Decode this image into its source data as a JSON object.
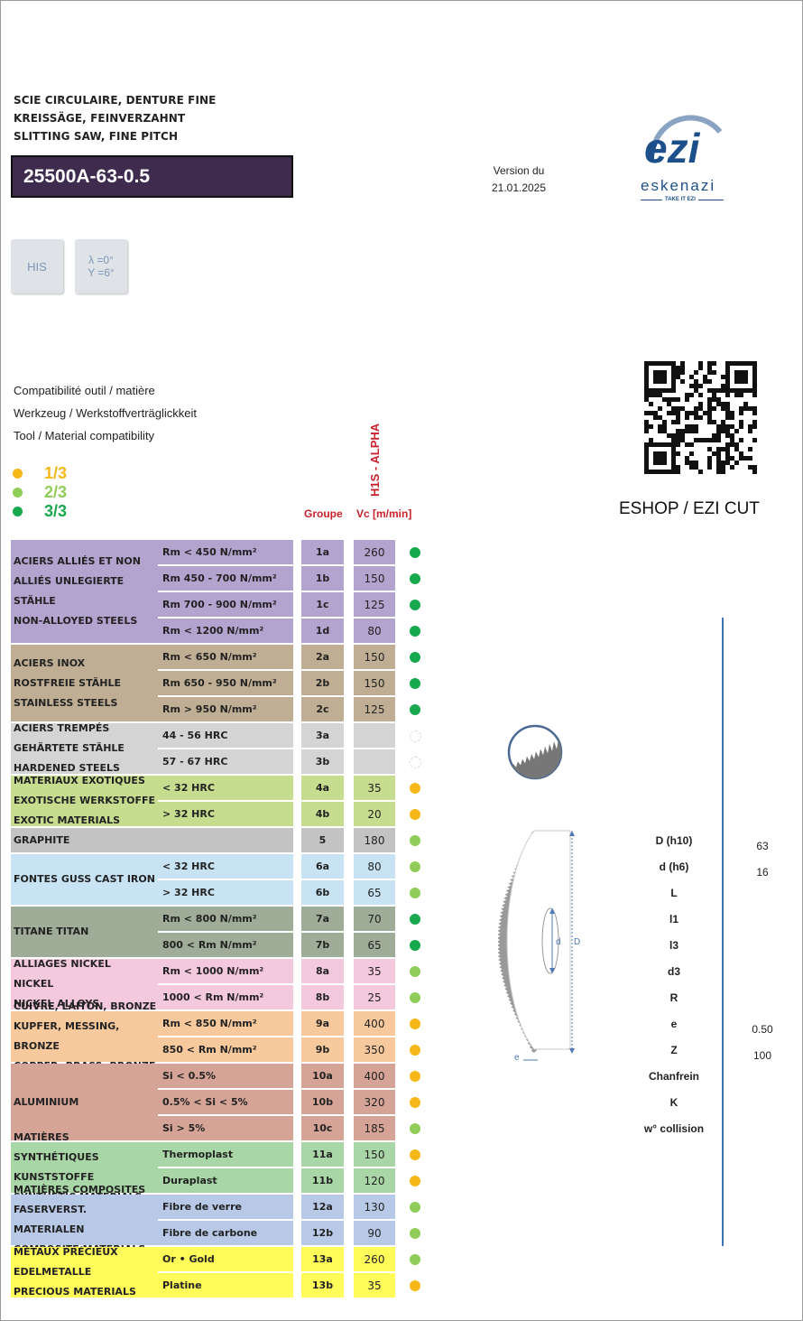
{
  "header": {
    "title_lines": [
      "SCIE CIRCULAIRE, DENTURE FINE",
      "KREISSÄGE, FEINVERZAHNT",
      "SLITTING SAW, FINE PITCH"
    ],
    "reference": "25500A-63-0.5",
    "version_line1": "Version du",
    "version_line2": "21.01.2025"
  },
  "logo": {
    "brand": "ezi",
    "company": "eskenazi",
    "tagline": "TAKE IT EZI"
  },
  "chips": [
    {
      "line1": "HIS",
      "line2": ""
    },
    {
      "line1": "λ =0°",
      "line2": "Y =6°"
    }
  ],
  "compatibility": {
    "lines": [
      "Compatibilité outil / matière",
      "Werkzeug / Werkstoffverträglickkeit",
      "Tool / Material compatibility"
    ],
    "legend": [
      {
        "label": "1/3",
        "color": "#f6b818"
      },
      {
        "label": "2/3",
        "color": "#8fcd58"
      },
      {
        "label": "3/3",
        "color": "#17a94d"
      }
    ]
  },
  "columns": {
    "grade": "H1S - ALPHA",
    "group": "Groupe",
    "vc": "Vc [m/min]"
  },
  "eshop": "ESHOP / EZI CUT",
  "materials": [
    {
      "color": "#b3a3cf",
      "label_lines": [
        "ACIERS ALLIÉS ET NON",
        "ALLIÉS  UNLEGIERTE STÄHLE",
        "NON-ALLOYED STEELS"
      ],
      "rows": [
        {
          "cond": "Rm < 450 N/mm²",
          "code": "1a",
          "vc": "260",
          "dot": "#17a94d"
        },
        {
          "cond": "Rm 450 - 700 N/mm²",
          "code": "1b",
          "vc": "150",
          "dot": "#17a94d"
        },
        {
          "cond": "Rm 700 - 900 N/mm²",
          "code": "1c",
          "vc": "125",
          "dot": "#17a94d"
        },
        {
          "cond": "Rm <  1200 N/mm²",
          "code": "1d",
          "vc": "80",
          "dot": "#17a94d"
        }
      ]
    },
    {
      "color": "#bfae93",
      "label_lines": [
        "ACIERS INOX",
        "ROSTFREIE STÄHLE",
        "STAINLESS STEELS"
      ],
      "rows": [
        {
          "cond": "Rm <  650  N/mm²",
          "code": "2a",
          "vc": "150",
          "dot": "#17a94d"
        },
        {
          "cond": "Rm 650 -  950 N/mm²",
          "code": "2b",
          "vc": "150",
          "dot": "#17a94d"
        },
        {
          "cond": " Rm > 950 N/mm²",
          "code": "2c",
          "vc": "125",
          "dot": "#17a94d"
        }
      ]
    },
    {
      "color": "#d4d4d4",
      "label_lines": [
        "ACIERS TREMPÉS",
        "GEHÄRTETE STÄHLE",
        "HARDENED STEELS"
      ],
      "rows": [
        {
          "cond": "44 - 56 HRC",
          "code": "3a",
          "vc": "",
          "dot": ""
        },
        {
          "cond": "57 - 67 HRC",
          "code": "3b",
          "vc": "",
          "dot": ""
        }
      ]
    },
    {
      "color": "#c6dc8e",
      "label_lines": [
        "MATERIAUX EXOTIQUES",
        "EXOTISCHE WERKSTOFFE",
        "EXOTIC MATERIALS"
      ],
      "rows": [
        {
          "cond": "< 32 HRC",
          "code": "4a",
          "vc": "35",
          "dot": "#f6b818"
        },
        {
          "cond": "> 32 HRC",
          "code": "4b",
          "vc": "20",
          "dot": "#f6b818"
        }
      ]
    },
    {
      "color": "#c3c3c3",
      "label_lines": [
        "GRAPHITE"
      ],
      "rows": [
        {
          "cond": "",
          "code": "5",
          "vc": "180",
          "dot": "#8fcd58"
        }
      ]
    },
    {
      "color": "#c8e3f4",
      "label_lines": [
        "FONTES GUSS  CAST IRON"
      ],
      "rows": [
        {
          "cond": "< 32 HRC",
          "code": "6a",
          "vc": "80",
          "dot": "#8fcd58"
        },
        {
          "cond": "> 32 HRC",
          "code": "6b",
          "vc": "65",
          "dot": "#8fcd58"
        }
      ]
    },
    {
      "color": "#9fad98",
      "label_lines": [
        "TITANE TITAN"
      ],
      "rows": [
        {
          "cond": "Rm <  800  N/mm²",
          "code": "7a",
          "vc": "70",
          "dot": "#17a94d"
        },
        {
          "cond": "800 < Rm N/mm²",
          "code": "7b",
          "vc": "65",
          "dot": "#17a94d"
        }
      ]
    },
    {
      "color": "#f5c9dd",
      "label_lines": [
        "ALLIAGES NICKEL",
        "NICKEL",
        "NICKEL ALLOYS"
      ],
      "rows": [
        {
          "cond": "Rm <  1000 N/mm²",
          "code": "8a",
          "vc": "35",
          "dot": "#8fcd58"
        },
        {
          "cond": "1000 < Rm N/mm²",
          "code": "8b",
          "vc": "25",
          "dot": "#8fcd58"
        }
      ]
    },
    {
      "color": "#f7c99c",
      "label_lines": [
        "CUIVRE, LAITON, BRONZE",
        "KUPFER, MESSING, BRONZE",
        "COPPER, BRASS, BRONZE"
      ],
      "rows": [
        {
          "cond": "Rm <  850 N/mm²",
          "code": "9a",
          "vc": "400",
          "dot": "#f6b818"
        },
        {
          "cond": "850 < Rm N/mm²",
          "code": "9b",
          "vc": "350",
          "dot": "#f6b818"
        }
      ]
    },
    {
      "color": "#d5a496",
      "label_lines": [
        "ALUMINIUM"
      ],
      "rows": [
        {
          "cond": "Si < 0.5%",
          "code": "10a",
          "vc": "400",
          "dot": "#f6b818"
        },
        {
          "cond": "0.5% < Si < 5%",
          "code": "10b",
          "vc": "320",
          "dot": "#f6b818"
        },
        {
          "cond": "Si > 5%",
          "code": "10c",
          "vc": "185",
          "dot": "#8fcd58"
        }
      ]
    },
    {
      "color": "#a9d6a6",
      "label_lines": [
        "MATIÈRES SYNTHÉTIQUES",
        "KUNSTSTOFFE",
        "SYNTHETIC MATERIALS"
      ],
      "rows": [
        {
          "cond": "Thermoplast",
          "code": "11a",
          "vc": "150",
          "dot": "#f6b818"
        },
        {
          "cond": "Duraplast",
          "code": "11b",
          "vc": "120",
          "dot": "#f6b818"
        }
      ]
    },
    {
      "color": "#b8c9e7",
      "label_lines": [
        "MATIÈRES COMPOSITES",
        "FASERVERST. MATERIALEN",
        "COMPOSITE MATERIALS"
      ],
      "rows": [
        {
          "cond": "Fibre de verre",
          "code": "12a",
          "vc": "130",
          "dot": "#8fcd58"
        },
        {
          "cond": "Fibre de carbone",
          "code": "12b",
          "vc": "90",
          "dot": "#8fcd58"
        }
      ]
    },
    {
      "color": "#fffb59",
      "label_lines": [
        "MÉTAUX PRÉCIEUX",
        "EDELMETALLE",
        "PRECIOUS MATERIALS"
      ],
      "rows": [
        {
          "cond": "Or • Gold",
          "code": "13a",
          "vc": "260",
          "dot": "#8fcd58"
        },
        {
          "cond": "Platine",
          "code": "13b",
          "vc": "35",
          "dot": "#f6b818"
        }
      ]
    }
  ],
  "specs": [
    {
      "label": "D (h10)",
      "value": "63"
    },
    {
      "label": "d (h6)",
      "value": "16"
    },
    {
      "label": "L",
      "value": ""
    },
    {
      "label": "l1",
      "value": ""
    },
    {
      "label": "l3",
      "value": ""
    },
    {
      "label": "d3",
      "value": ""
    },
    {
      "label": "R",
      "value": ""
    },
    {
      "label": "e",
      "value": "0.50"
    },
    {
      "label": "Z",
      "value": "100"
    },
    {
      "label": "Chanfrein",
      "value": ""
    },
    {
      "label": "K",
      "value": ""
    },
    {
      "label": "w° collision",
      "value": ""
    }
  ],
  "drawing": {
    "d_label": "d",
    "D_label": "D",
    "e_label": "e"
  }
}
